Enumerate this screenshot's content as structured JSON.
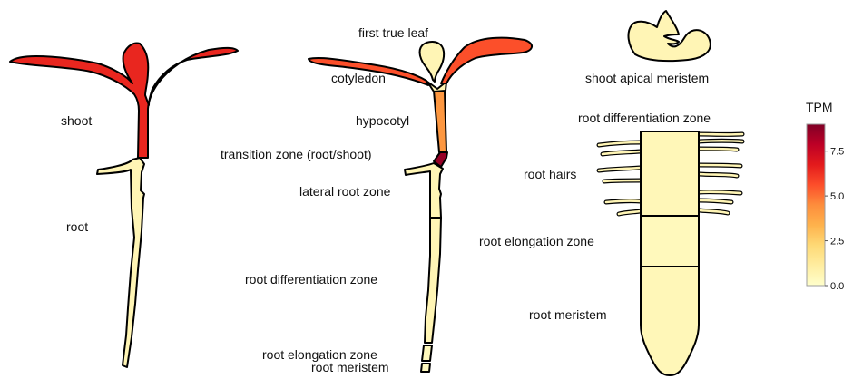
{
  "labels": {
    "shoot": "shoot",
    "root": "root",
    "first_true_leaf": "first true leaf",
    "cotyledon": "cotyledon",
    "hypocotyl": "hypocotyl",
    "transition_zone": "transition zone (root/shoot)",
    "lateral_root_zone": "lateral root zone",
    "root_differentiation_zone": "root differentiation zone",
    "root_elongation_zone": "root elongation zone",
    "root_meristem": "root meristem",
    "shoot_apical_meristem": "shoot apical meristem",
    "root_differentiation_zone_right": "root differentiation zone",
    "root_hairs": "root hairs",
    "root_elongation_zone_right": "root elongation zone",
    "root_meristem_right": "root meristem"
  },
  "legend": {
    "title": "TPM",
    "min": 0,
    "max": 9,
    "ticks": [
      "0.0",
      "2.5",
      "5.0",
      "7.5"
    ],
    "tick_values": [
      0,
      2.5,
      5,
      7.5
    ],
    "color_stops": [
      "#ffffcc",
      "#ffeda0",
      "#fed976",
      "#feb24c",
      "#fd8d3c",
      "#fc4e2a",
      "#e31a1c",
      "#bd0026",
      "#800026"
    ]
  },
  "expression_tpm": {
    "whole_shoot": 6.5,
    "whole_root": 0.6,
    "first_true_leaf": 0.6,
    "cotyledon": 5.6,
    "hypocotyl": 4.2,
    "transition_zone": 8.6,
    "lateral_root_zone": 0.6,
    "root_differentiation_zone": 0.6,
    "root_elongation_zone": 0.4,
    "root_meristem": 0.3,
    "shoot_apical_meristem": 0.6,
    "root_hairs": 0.6,
    "detail_differentiation_zone": 0.5,
    "detail_elongation_zone": 0.4,
    "detail_meristem": 0.5
  }
}
